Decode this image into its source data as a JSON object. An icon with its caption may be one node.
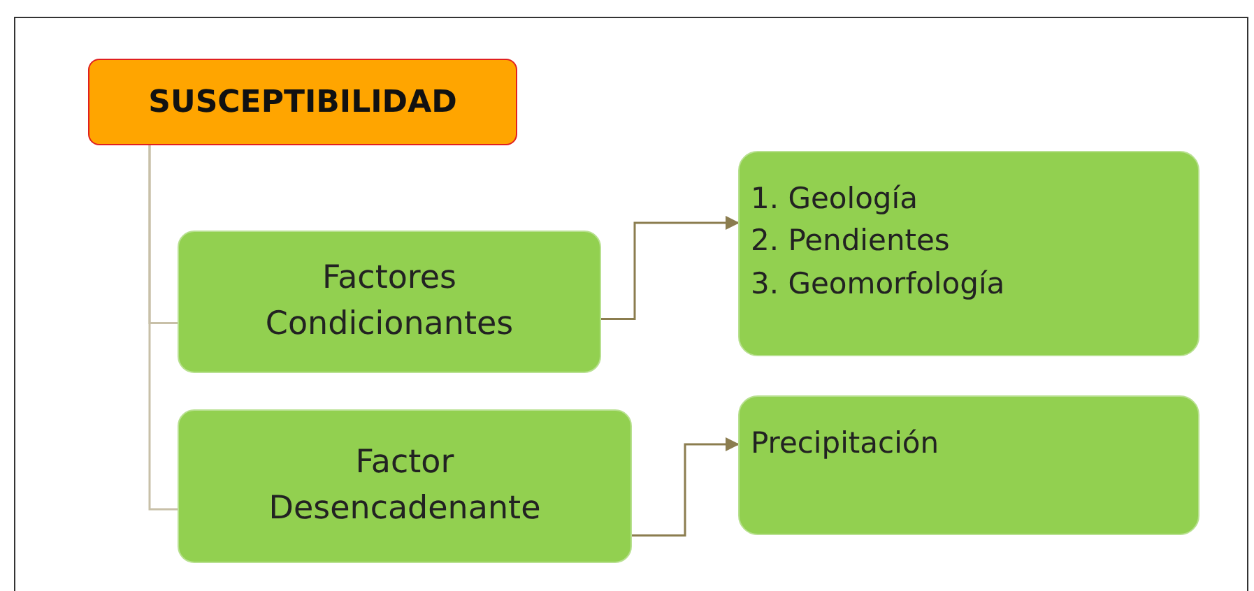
{
  "diagram": {
    "nodes": [
      {
        "text": [
          "SUSCEPTIBILIDAD"
        ]
      },
      {
        "text": [
          "Factores Condicionantes"
        ]
      },
      {
        "text": [
          "1. Geología",
          "2. Pendientes",
          "3. Geomorfología"
        ]
      },
      {
        "text": [
          "Factor Desencadenante"
        ]
      },
      {
        "text": [
          "Precipitación"
        ]
      }
    ],
    "edges": [
      {
        "from": 0,
        "to": 1,
        "arrow": "none",
        "color": "#c8c0a8"
      },
      {
        "from": 0,
        "to": 3,
        "arrow": "none",
        "color": "#c8c0a8"
      },
      {
        "from": 1,
        "to": 2,
        "arrow": "to"
      },
      {
        "from": 3,
        "to": 4,
        "arrow": "to"
      }
    ]
  }
}
